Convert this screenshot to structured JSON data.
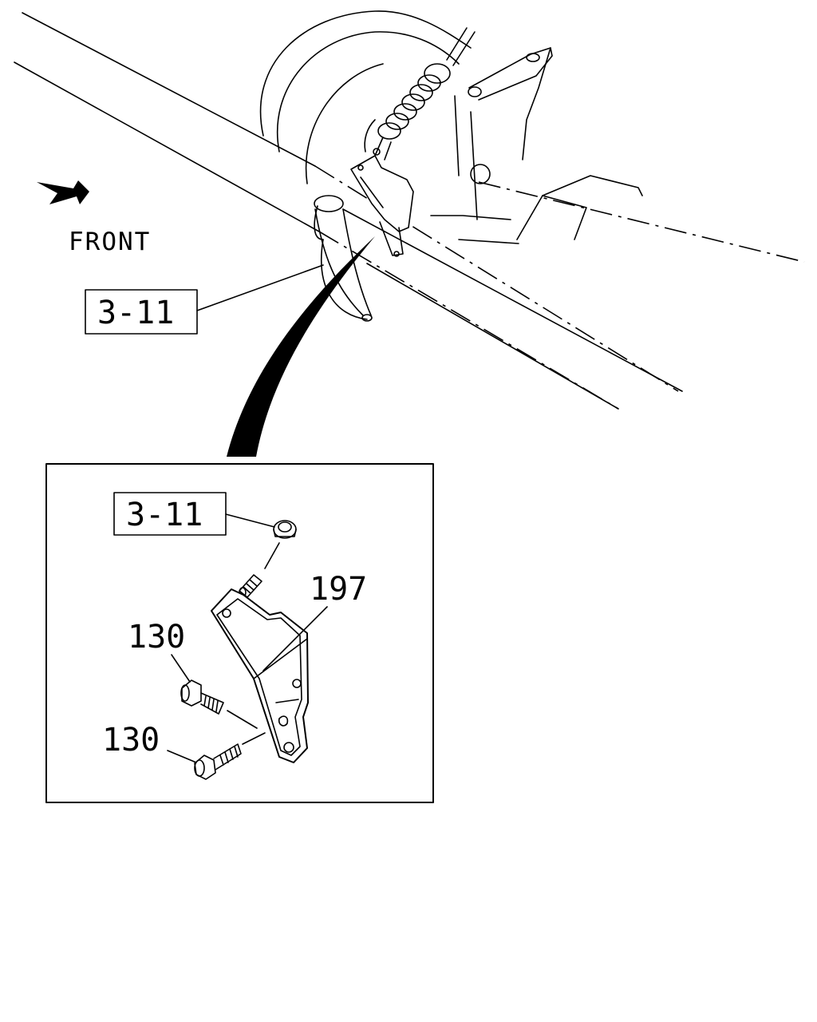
{
  "direction_label": "FRONT",
  "callouts": {
    "overview_ref": "3-11",
    "detail_ref": "3-11",
    "bracket_part": "197",
    "bolt_upper_part": "130",
    "bolt_lower_part": "130"
  }
}
